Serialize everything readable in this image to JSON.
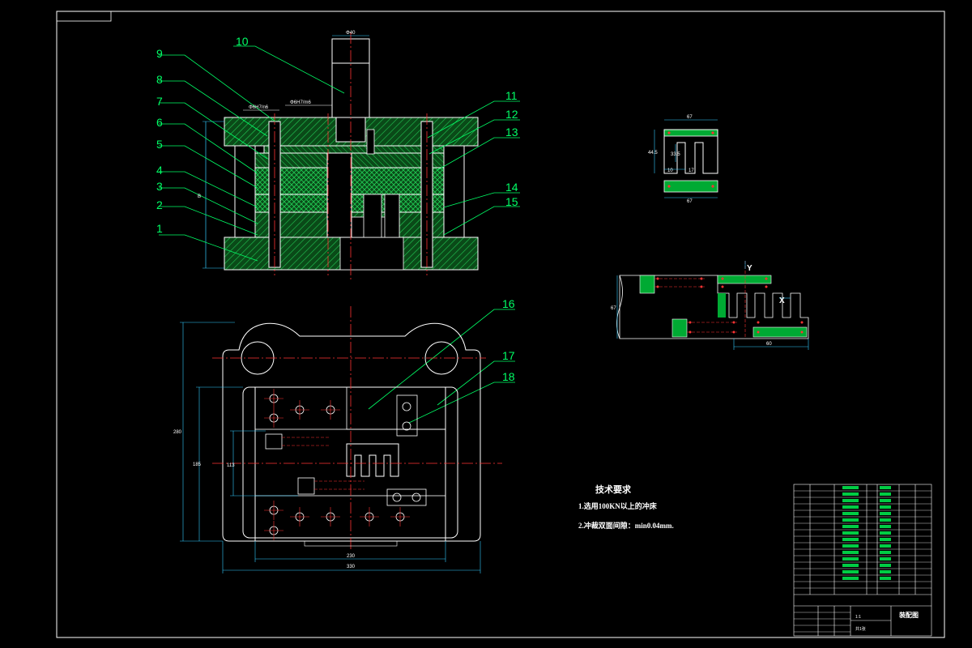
{
  "drawing": {
    "balloons": [
      "1",
      "2",
      "3",
      "4",
      "5",
      "6",
      "7",
      "8",
      "9",
      "10",
      "11",
      "12",
      "13",
      "14",
      "15",
      "16",
      "17",
      "18"
    ],
    "fits": {
      "fit_1": "Φ6H7/n6",
      "fit_2": "Φ6H7/m6",
      "shank": "Φ40"
    },
    "dimensions": {
      "part_width": "67",
      "part_height": "44.5",
      "part_slot": "33.5",
      "part_sub_1": "10",
      "part_sub_2": "17",
      "part_bottom": "67",
      "strip_width": "67",
      "strip_length": "60",
      "plan_total_width": "330",
      "plan_inner_width": "230",
      "plan_total_height": "280",
      "plan_inner_height": "185",
      "plan_offset": "113",
      "section_height": "B"
    },
    "axis_labels": {
      "y": "Y",
      "x": "X"
    },
    "technical_requirements": {
      "title": "技术要求",
      "items": [
        "1.选用100KN以上的冲床",
        "2.冲裁双面间隙：min0.04mm."
      ]
    },
    "title_block": {
      "drawing_name": "装配图",
      "scale_label": "1:1",
      "sheet_label": "共1张"
    }
  },
  "colors": {
    "background": "#000000",
    "outline": "#ffffff",
    "hatch": "#00cc44",
    "center_line": "#ff0000",
    "dim_line": "#00ccff",
    "text": "#00ff66",
    "part_fill": "#00aa33"
  }
}
